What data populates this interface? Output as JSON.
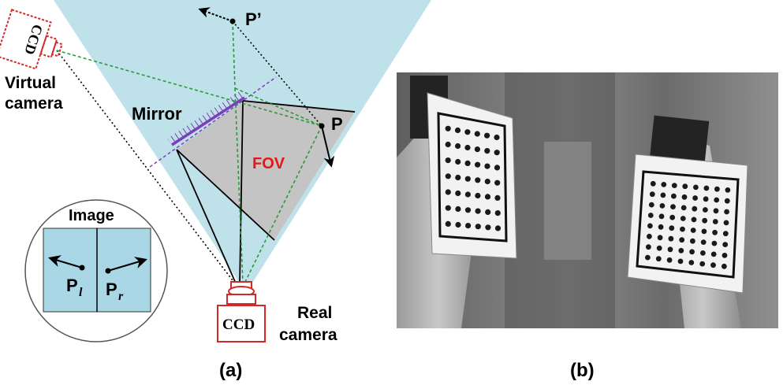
{
  "panel_a": {
    "caption": "(a)",
    "virtual_camera_label_line1": "Virtual",
    "virtual_camera_label_line2": "camera",
    "virtual_ccd_label": "CCD",
    "mirror_label": "Mirror",
    "fov_label": "FOV",
    "point_p_label": "P",
    "point_p_prime_label": "P’",
    "image_label": "Image",
    "left_image_point_label": "P",
    "left_image_point_sub": "l",
    "right_image_point_label": "P",
    "right_image_point_sub": "r",
    "real_ccd_label": "CCD",
    "real_camera_label_line1": "Real",
    "real_camera_label_line2": "camera"
  },
  "panel_b": {
    "caption": "(b)"
  },
  "colors": {
    "fov_cone": "#bfe1ea",
    "fov_gray": "#c4c4c4",
    "mirror": "#7b3fb8",
    "camera_red": "#d22828",
    "green_ray": "#2a9a3a",
    "fov_text": "#e01818",
    "image_fill": "#a9d7e6",
    "photo_bg": "#7a7a7a"
  }
}
